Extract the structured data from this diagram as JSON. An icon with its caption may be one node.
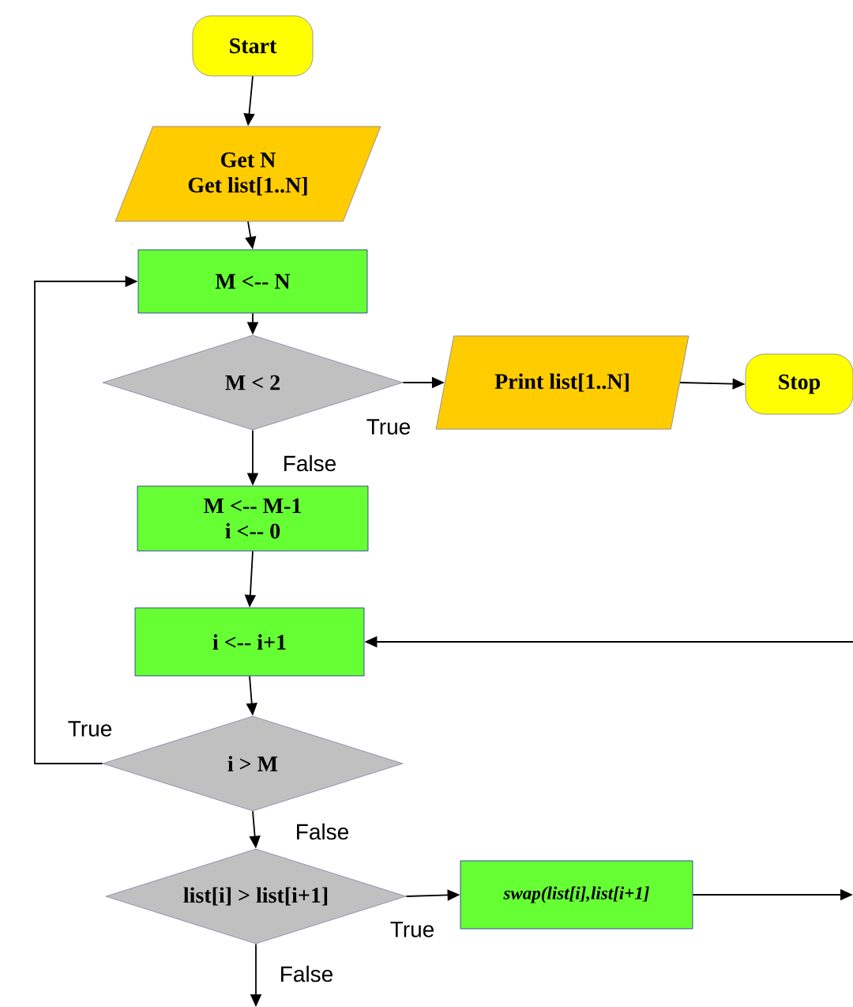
{
  "diagram": {
    "nodes": [
      {
        "text": [
          "Start"
        ]
      },
      {
        "text": [
          "Get N",
          "Get list[1..N]"
        ]
      },
      {
        "text": [
          "M <-- N"
        ]
      },
      {
        "text": [
          "M < 2"
        ]
      },
      {
        "text": [
          "Print list[1..N]"
        ]
      },
      {
        "text": [
          "Stop"
        ]
      },
      {
        "text": [
          "M <-- M-1",
          "i <-- 0"
        ]
      },
      {
        "text": [
          "i <-- i+1"
        ]
      },
      {
        "text": [
          "i > M"
        ]
      },
      {
        "text": [
          "list[i] > list[i+1]"
        ]
      },
      {
        "text": [
          "swap(list[i],list[i+1]"
        ]
      }
    ],
    "edges": [
      {
        "from": 0,
        "to": 1,
        "arrow": "to"
      },
      {
        "from": 1,
        "to": 2,
        "arrow": "to"
      },
      {
        "from": 2,
        "to": 3,
        "arrow": "to"
      },
      {
        "from": 3,
        "to": 4,
        "arrow": "to",
        "label": "True"
      },
      {
        "from": 4,
        "to": 5,
        "arrow": "to"
      },
      {
        "from": 3,
        "to": 6,
        "arrow": "to",
        "label": "False"
      },
      {
        "from": 6,
        "to": 7,
        "arrow": "to"
      },
      {
        "from": 7,
        "to": 8,
        "arrow": "to"
      },
      {
        "from": 8,
        "to": 2,
        "arrow": "to",
        "label": "True"
      },
      {
        "from": 8,
        "to": 9,
        "arrow": "to",
        "label": "False"
      },
      {
        "from": 9,
        "to": 10,
        "arrow": "to",
        "label": "True"
      },
      {
        "from": 10,
        "to": null,
        "arrow": "to"
      },
      {
        "from": null,
        "to": 7,
        "arrow": "to"
      },
      {
        "from": 9,
        "to": null,
        "arrow": "to",
        "label": "False"
      }
    ]
  }
}
